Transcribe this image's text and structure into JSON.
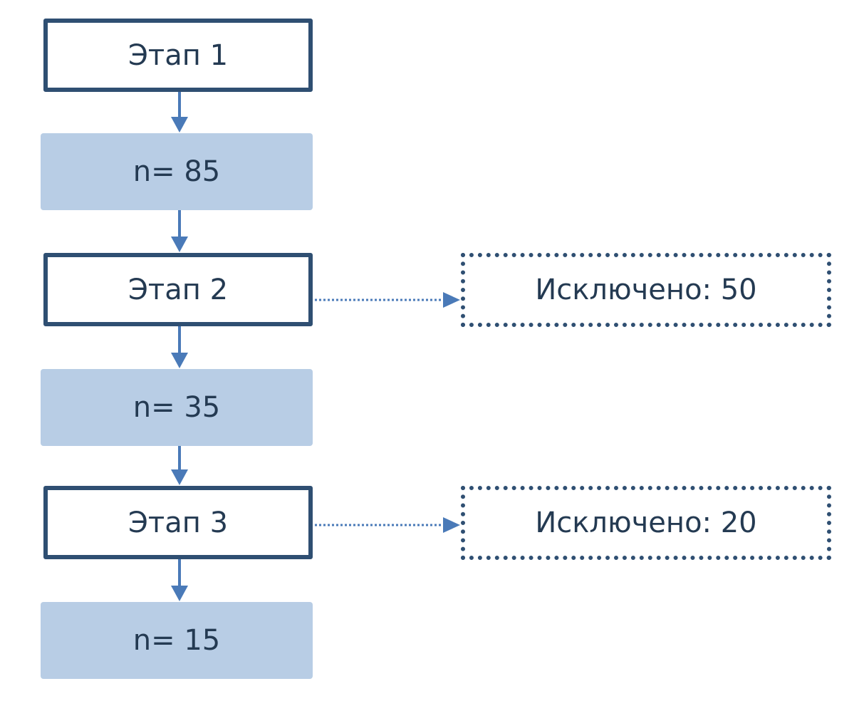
{
  "flow": {
    "stages": [
      {
        "label": "Этап 1",
        "count": "n= 85"
      },
      {
        "label": "Этап 2",
        "count": "n= 35",
        "excluded": "Исключено: 50"
      },
      {
        "label": "Этап 3",
        "count": "n= 15",
        "excluded": "Исключено: 20"
      }
    ]
  },
  "colors": {
    "stage_border": "#2f4f72",
    "count_fill": "#b8cde5",
    "arrow": "#4a7ab8",
    "text": "#243a52"
  }
}
